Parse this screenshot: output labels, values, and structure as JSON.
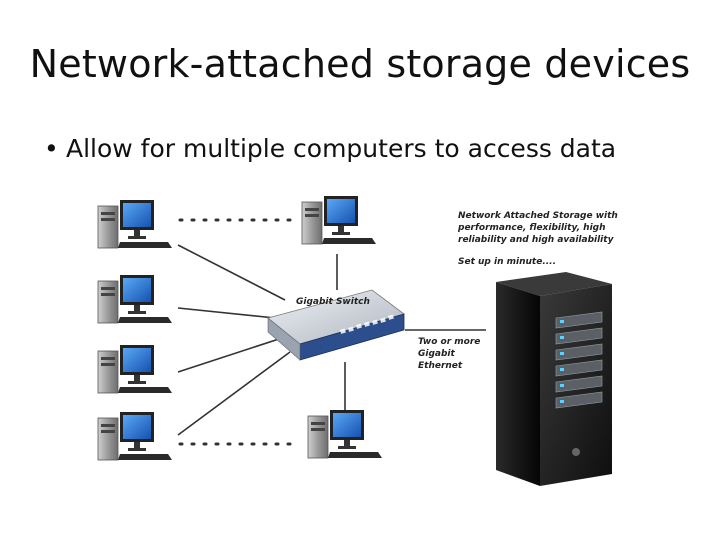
{
  "slide": {
    "title": "Network-attached storage devices",
    "bullets": [
      {
        "symbol": "•",
        "text": "Allow for multiple computers to access data"
      }
    ]
  },
  "diagram": {
    "nas_caption_lines": [
      "Network Attached Storage with",
      "performance, flexibility, high",
      "reliability and high availability"
    ],
    "setup_text": "Set up in minute....",
    "switch_label": "Gigabit Switch",
    "ethernet_label_lines": [
      "Two or more",
      "Gigabit",
      "Ethernet"
    ]
  },
  "colors": {
    "screen_blue": "#1f6fd1",
    "tower_gray": "#8a8a8a",
    "nas_black": "#1a1a1a",
    "switch_silver": "#c9ced6",
    "switch_blue": "#2d4e8c"
  }
}
